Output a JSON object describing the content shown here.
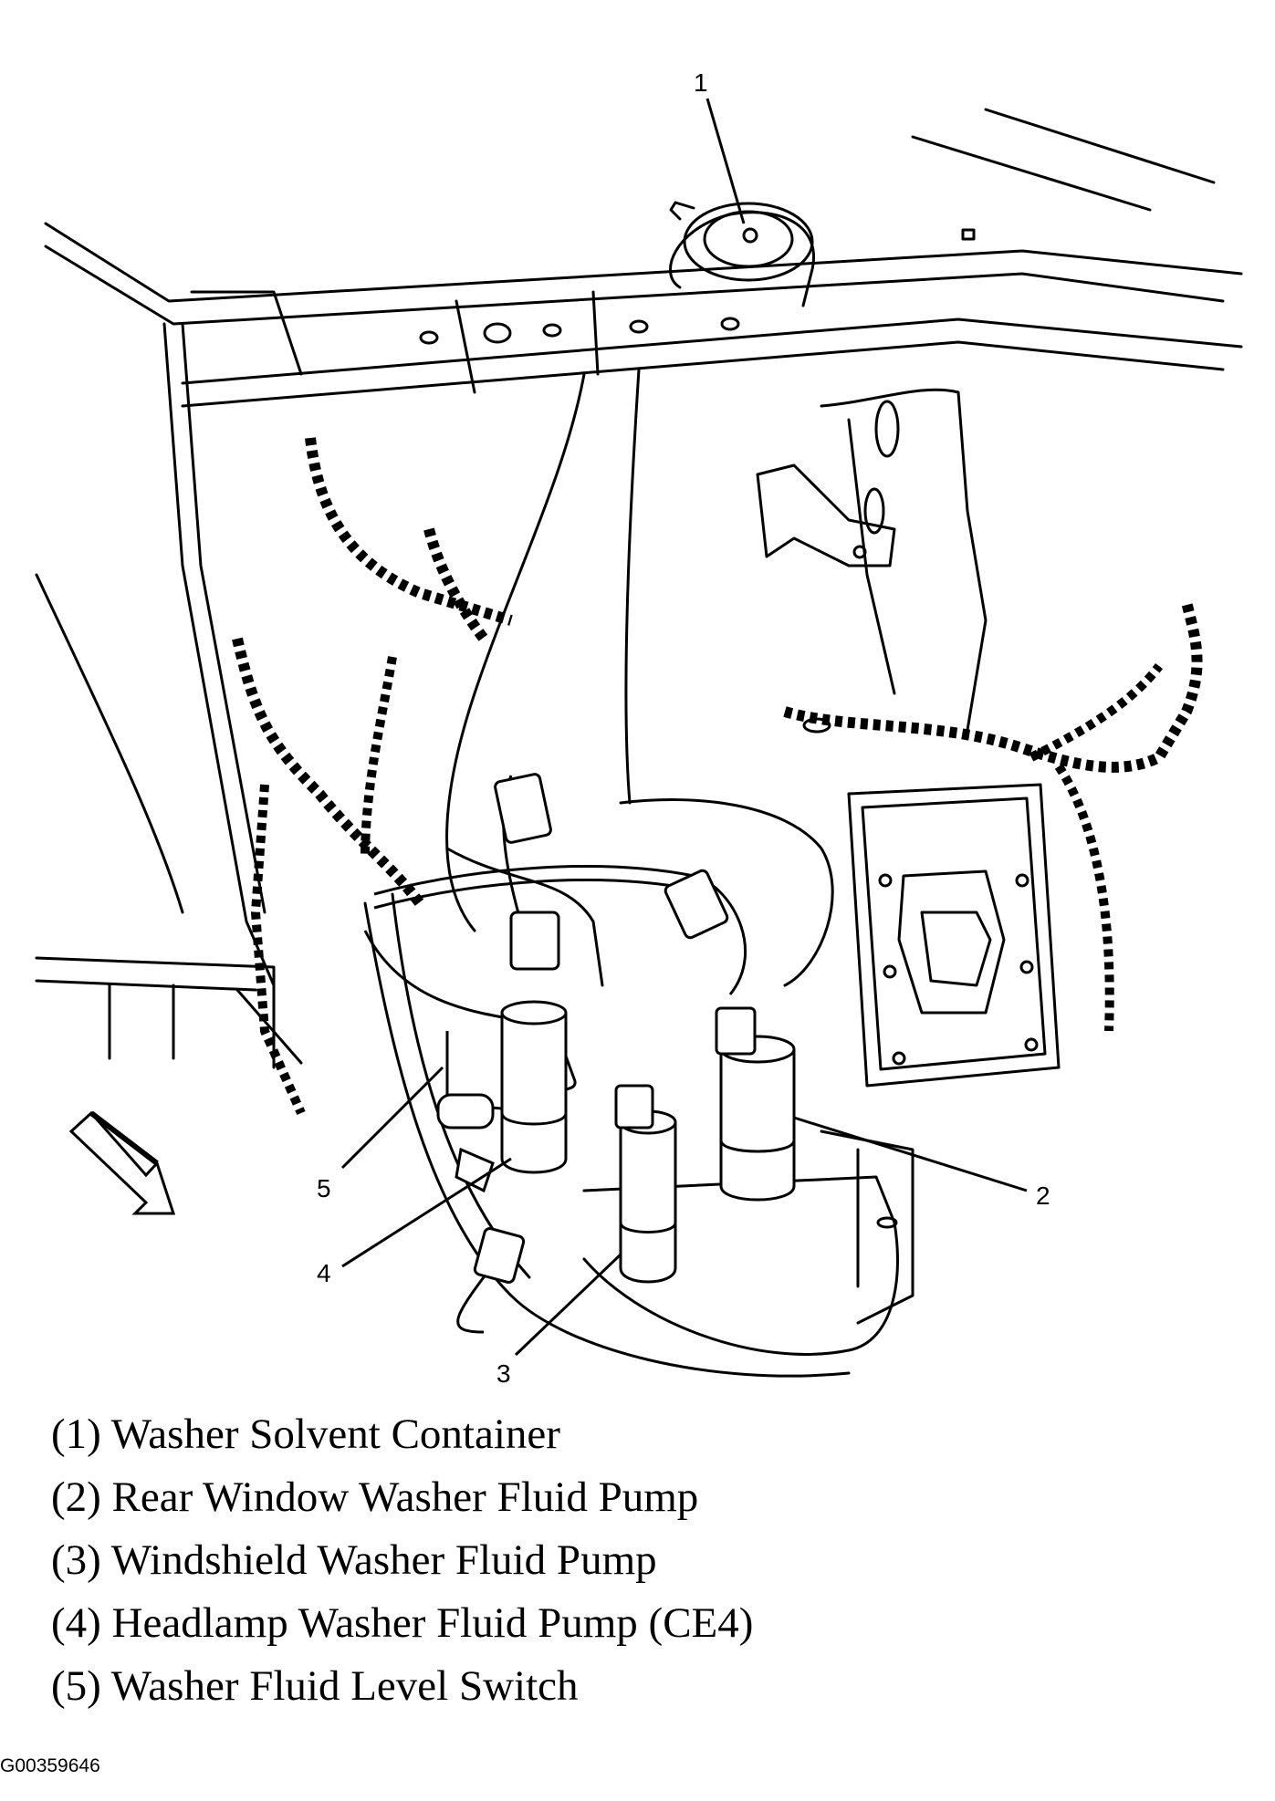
{
  "callouts": [
    {
      "number": "1",
      "label": "(1) Washer Solvent Container"
    },
    {
      "number": "2",
      "label": "(2) Rear Window Washer Fluid Pump"
    },
    {
      "number": "3",
      "label": "(3) Windshield Washer Fluid Pump"
    },
    {
      "number": "4",
      "label": "(4) Headlamp Washer Fluid Pump (CE4)"
    },
    {
      "number": "5",
      "label": "(5) Washer Fluid Level Switch"
    }
  ],
  "figure_id": "G00359646",
  "colors": {
    "line": "#000000",
    "background": "#ffffff"
  }
}
